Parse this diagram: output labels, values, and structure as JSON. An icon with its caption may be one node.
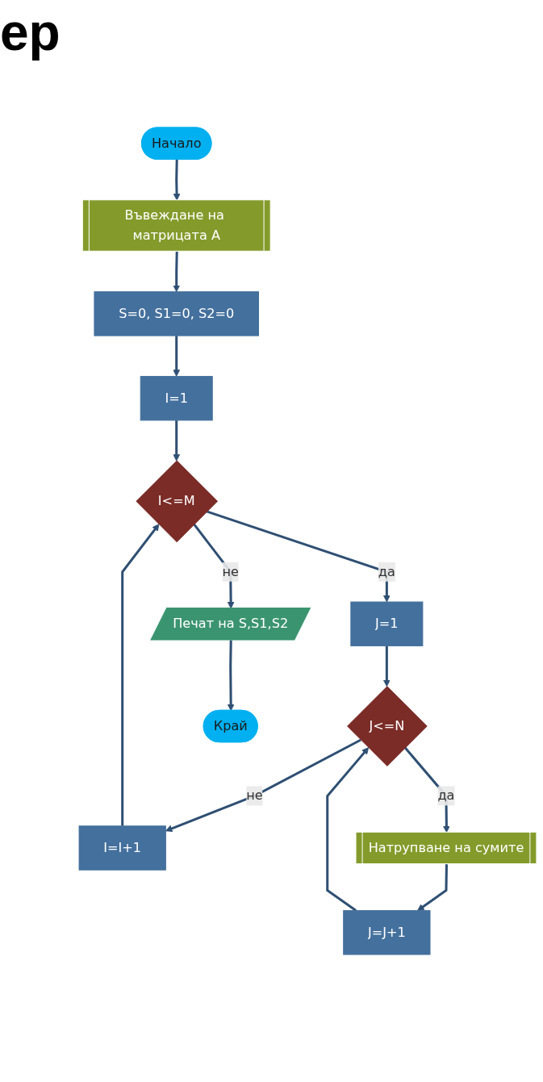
{
  "diagram": {
    "title": "ер",
    "nodes": [
      {
        "text": [
          "Начало"
        ]
      },
      {
        "text": [
          "Въвеждане на матрицата А"
        ]
      },
      {
        "text": [
          "S=0, S1=0, S2=0"
        ]
      },
      {
        "text": [
          "I=1"
        ]
      },
      {
        "text": [
          "I<=M"
        ]
      },
      {
        "text": [
          "J=1"
        ]
      },
      {
        "text": [
          "I=I+1"
        ]
      },
      {
        "text": [
          "J<=N"
        ]
      },
      {
        "text": [
          "Натрупване на сумите"
        ]
      },
      {
        "text": [
          "J=J+1"
        ]
      },
      {
        "text": [
          "Печат на S,S1,S2"
        ]
      },
      {
        "text": [
          "Край"
        ]
      }
    ],
    "edges": [
      {
        "from": 0,
        "to": 1,
        "arrow": "to"
      },
      {
        "from": 1,
        "to": 2,
        "arrow": "to"
      },
      {
        "from": 2,
        "to": 3,
        "arrow": "to"
      },
      {
        "from": 3,
        "to": 4,
        "arrow": "to"
      },
      {
        "from": 4,
        "to": 5,
        "label": "да",
        "arrow": "to"
      },
      {
        "from": 4,
        "to": 10,
        "label": "не",
        "arrow": "to"
      },
      {
        "from": 5,
        "to": 7,
        "arrow": "to"
      },
      {
        "from": 7,
        "to": 8,
        "label": "да",
        "arrow": "to"
      },
      {
        "from": 7,
        "to": 6,
        "label": "не",
        "arrow": "to"
      },
      {
        "from": 6,
        "to": 4,
        "arrow": "to"
      },
      {
        "from": 8,
        "to": 9,
        "arrow": "to"
      },
      {
        "from": 9,
        "to": 7,
        "arrow": "to"
      },
      {
        "from": 10,
        "to": 11,
        "arrow": "to"
      }
    ]
  }
}
